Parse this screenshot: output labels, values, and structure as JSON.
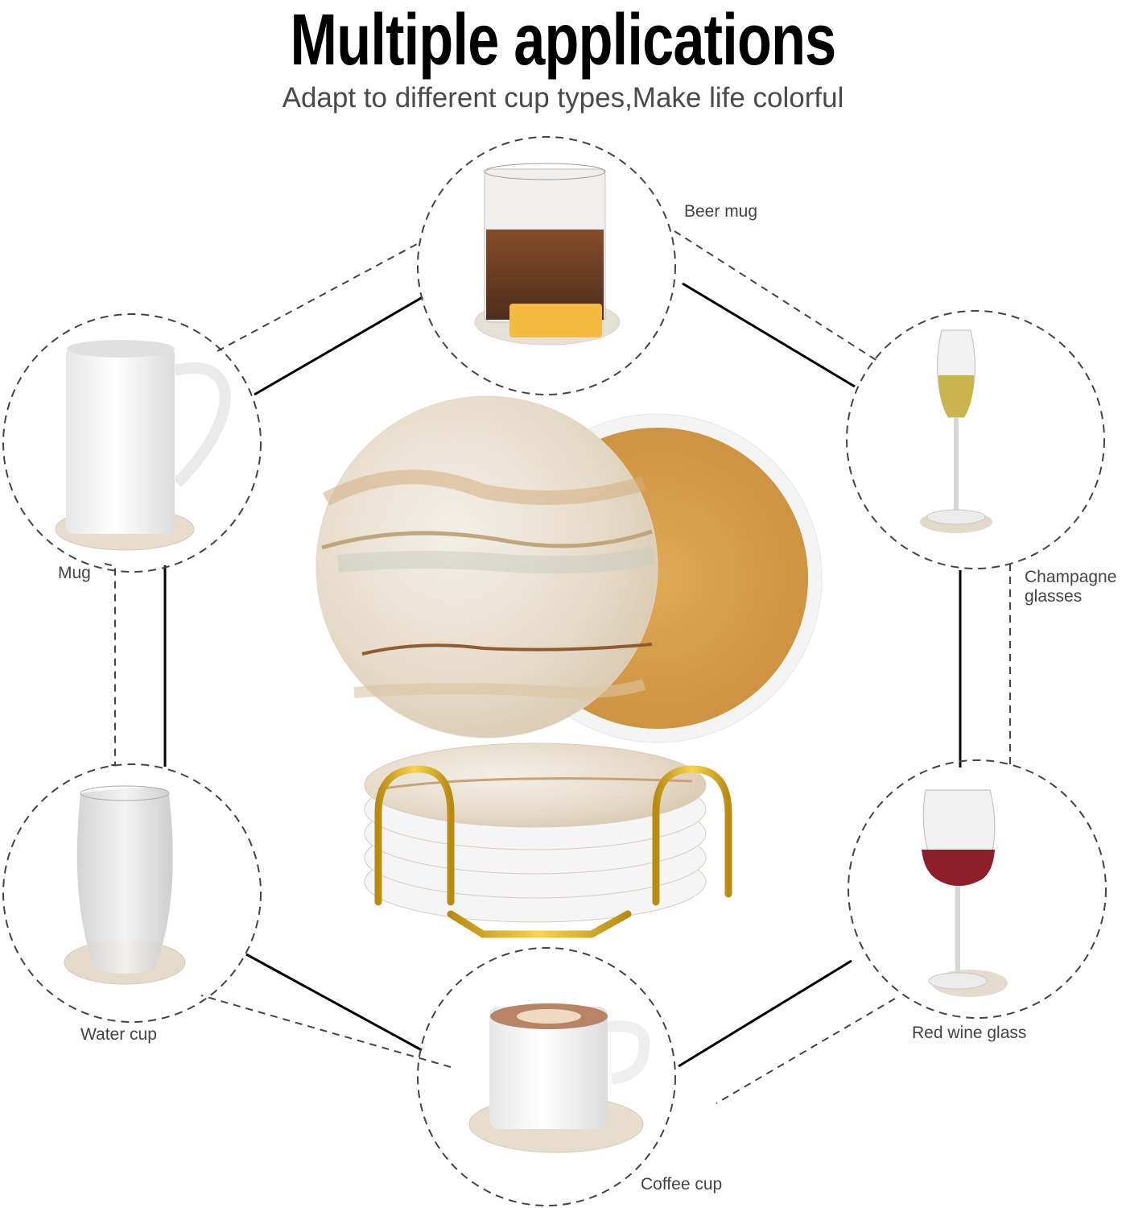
{
  "header": {
    "title": "Multiple applications",
    "subtitle": "Adapt to different cup types,Make life colorful"
  },
  "center_product": {
    "name": "marble-coaster-set-with-gold-holder",
    "colors": {
      "marble": "#e9dfcf",
      "vein": "#c8a27a",
      "cork": "#d9a54e",
      "gold": "#e1b22a"
    }
  },
  "applications": [
    {
      "id": "beer-mug",
      "label": "Beer mug",
      "position": "top"
    },
    {
      "id": "mug",
      "label": "Mug",
      "position": "upper-left"
    },
    {
      "id": "champagne-glasses",
      "label": "Champagne glasses",
      "label_lines": [
        "Champagne",
        "glasses"
      ],
      "position": "upper-right"
    },
    {
      "id": "water-cup",
      "label": "Water cup",
      "position": "lower-left"
    },
    {
      "id": "red-wine-glass",
      "label": "Red wine glass",
      "position": "lower-right"
    },
    {
      "id": "coffee-cup",
      "label": "Coffee cup",
      "position": "bottom"
    }
  ],
  "colors": {
    "line_solid": "#000000",
    "line_dashed": "#444444",
    "label_text": "#444444",
    "subtitle_text": "#4a4a4a"
  }
}
